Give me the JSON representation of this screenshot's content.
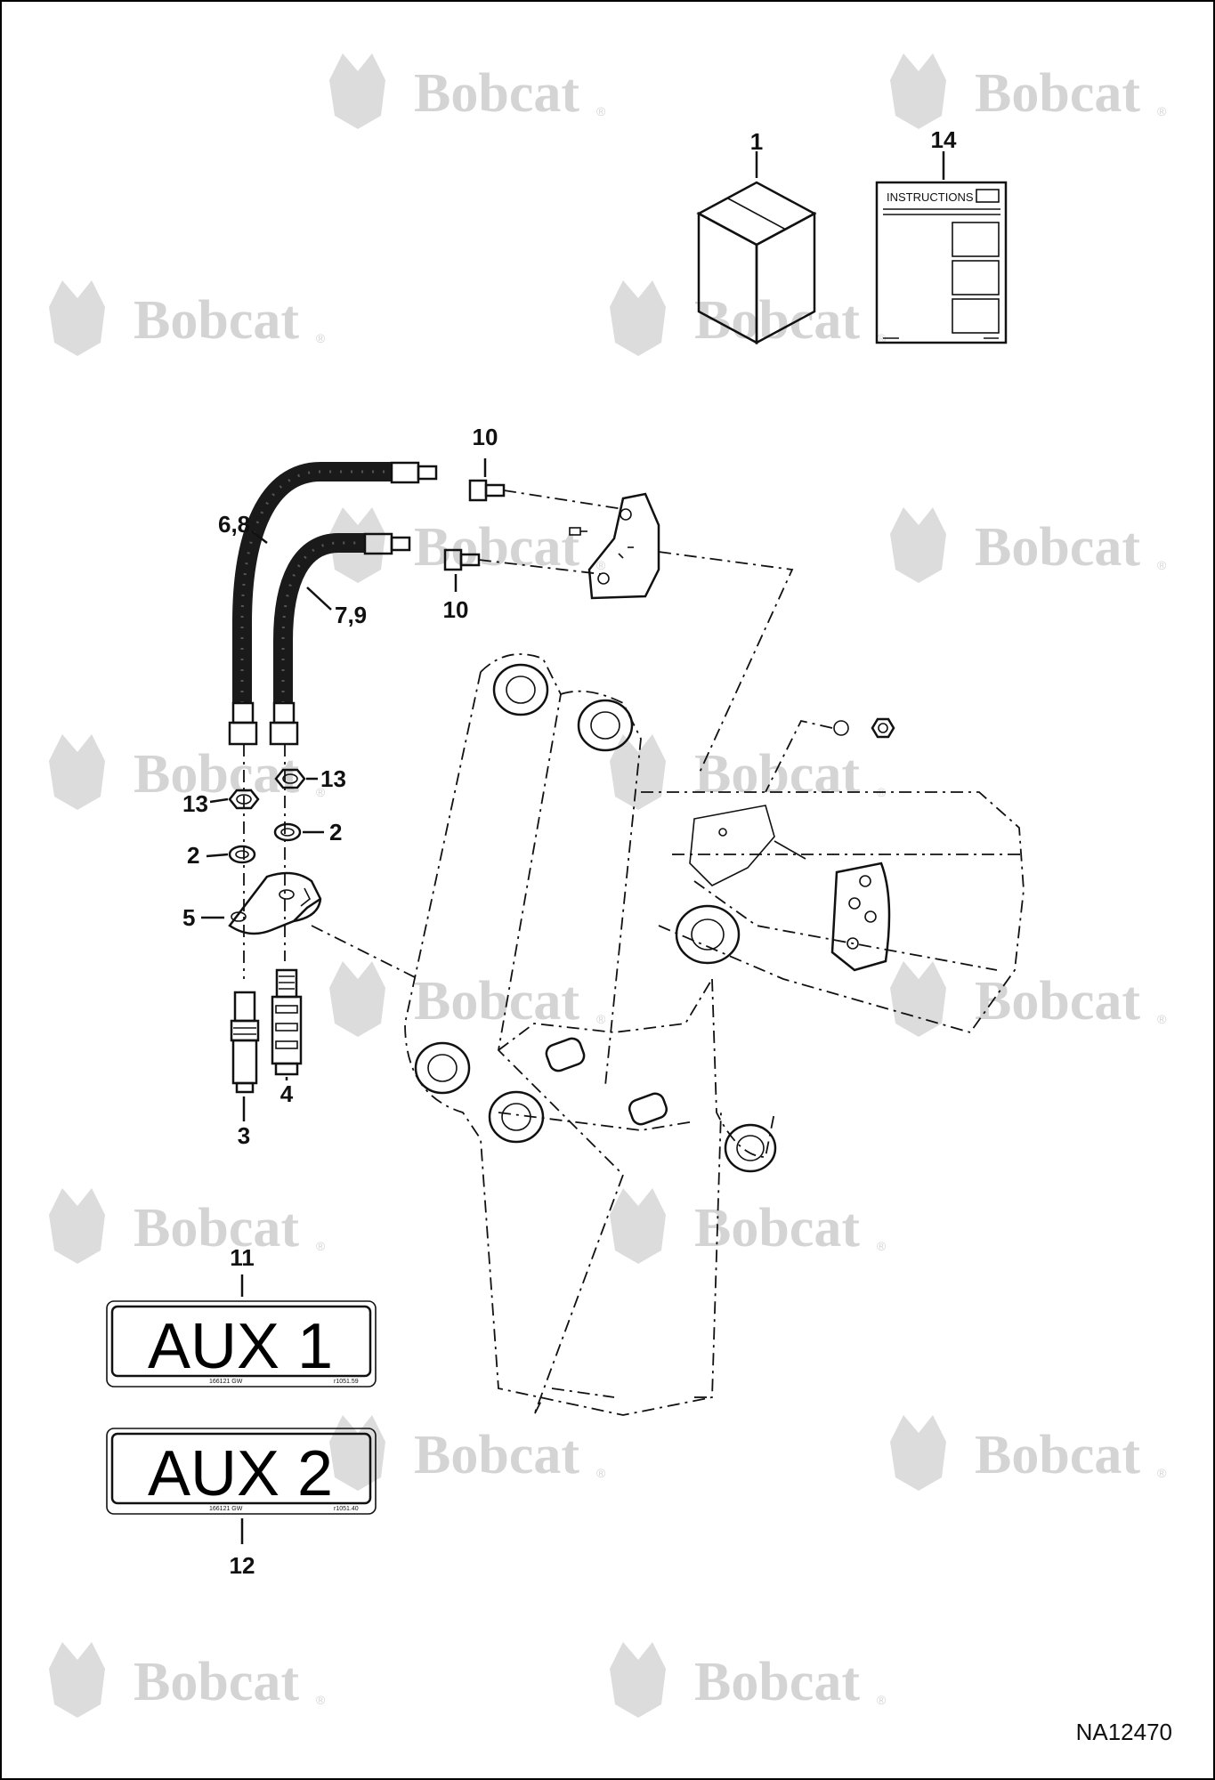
{
  "watermark": {
    "brand": "Bobcat",
    "reg_mark": "®"
  },
  "callouts": {
    "c1": "1",
    "c14": "14",
    "c10_top": "10",
    "c10_bottom": "10",
    "c6_8": "6,8",
    "c7_9": "7,9",
    "c13_left": "13",
    "c13_right": "13",
    "c2_left": "2",
    "c2_right": "2",
    "c5": "5",
    "c4": "4",
    "c3": "3",
    "c11": "11",
    "c12": "12"
  },
  "instructions_sheet": {
    "title": "INSTRUCTIONS"
  },
  "decals": {
    "aux1": {
      "text": "AUX 1",
      "small_left": "166121 GW",
      "small_right": "r1051.59"
    },
    "aux2": {
      "text": "AUX 2",
      "small_left": "166121 GW",
      "small_right": "r1051.40"
    }
  },
  "drawing_id": "NA12470",
  "colors": {
    "line": "#111111",
    "watermark": "#d4d4d4",
    "hose": "#1a1a1a"
  },
  "icons": [
    "bobcat-logo-watermark",
    "parts-box",
    "instructions-sheet",
    "hydraulic-hose",
    "fitting",
    "coupler",
    "bracket",
    "nut",
    "o-ring",
    "aux-decal"
  ]
}
